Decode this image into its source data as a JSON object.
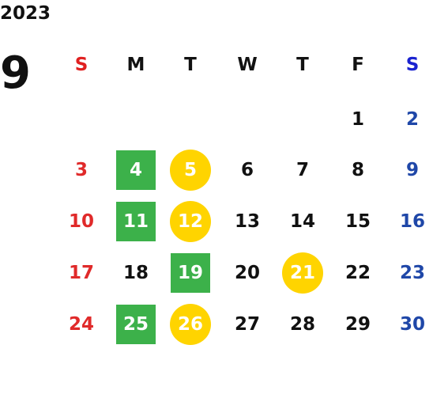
{
  "calendar": {
    "year": "2023",
    "month": "9",
    "weekdays": [
      "S",
      "M",
      "T",
      "W",
      "T",
      "F",
      "S"
    ],
    "weeks": [
      [
        {
          "day": "",
          "mark": ""
        },
        {
          "day": "",
          "mark": ""
        },
        {
          "day": "",
          "mark": ""
        },
        {
          "day": "",
          "mark": ""
        },
        {
          "day": "",
          "mark": ""
        },
        {
          "day": "1",
          "mark": ""
        },
        {
          "day": "2",
          "mark": ""
        }
      ],
      [
        {
          "day": "3",
          "mark": ""
        },
        {
          "day": "4",
          "mark": "green"
        },
        {
          "day": "5",
          "mark": "yellow"
        },
        {
          "day": "6",
          "mark": ""
        },
        {
          "day": "7",
          "mark": ""
        },
        {
          "day": "8",
          "mark": ""
        },
        {
          "day": "9",
          "mark": ""
        }
      ],
      [
        {
          "day": "10",
          "mark": ""
        },
        {
          "day": "11",
          "mark": "green"
        },
        {
          "day": "12",
          "mark": "yellow"
        },
        {
          "day": "13",
          "mark": ""
        },
        {
          "day": "14",
          "mark": ""
        },
        {
          "day": "15",
          "mark": ""
        },
        {
          "day": "16",
          "mark": ""
        }
      ],
      [
        {
          "day": "17",
          "mark": ""
        },
        {
          "day": "18",
          "mark": ""
        },
        {
          "day": "19",
          "mark": "green"
        },
        {
          "day": "20",
          "mark": ""
        },
        {
          "day": "21",
          "mark": "yellow"
        },
        {
          "day": "22",
          "mark": ""
        },
        {
          "day": "23",
          "mark": ""
        }
      ],
      [
        {
          "day": "24",
          "mark": ""
        },
        {
          "day": "25",
          "mark": "green"
        },
        {
          "day": "26",
          "mark": "yellow"
        },
        {
          "day": "27",
          "mark": ""
        },
        {
          "day": "28",
          "mark": ""
        },
        {
          "day": "29",
          "mark": ""
        },
        {
          "day": "30",
          "mark": ""
        }
      ]
    ]
  },
  "colors": {
    "sunday_text": "#e02a2a",
    "saturday_text": "#1f47a8",
    "saturday_header": "#1a22d0",
    "green_mark": "#3cb14a",
    "yellow_mark": "#ffd400"
  }
}
